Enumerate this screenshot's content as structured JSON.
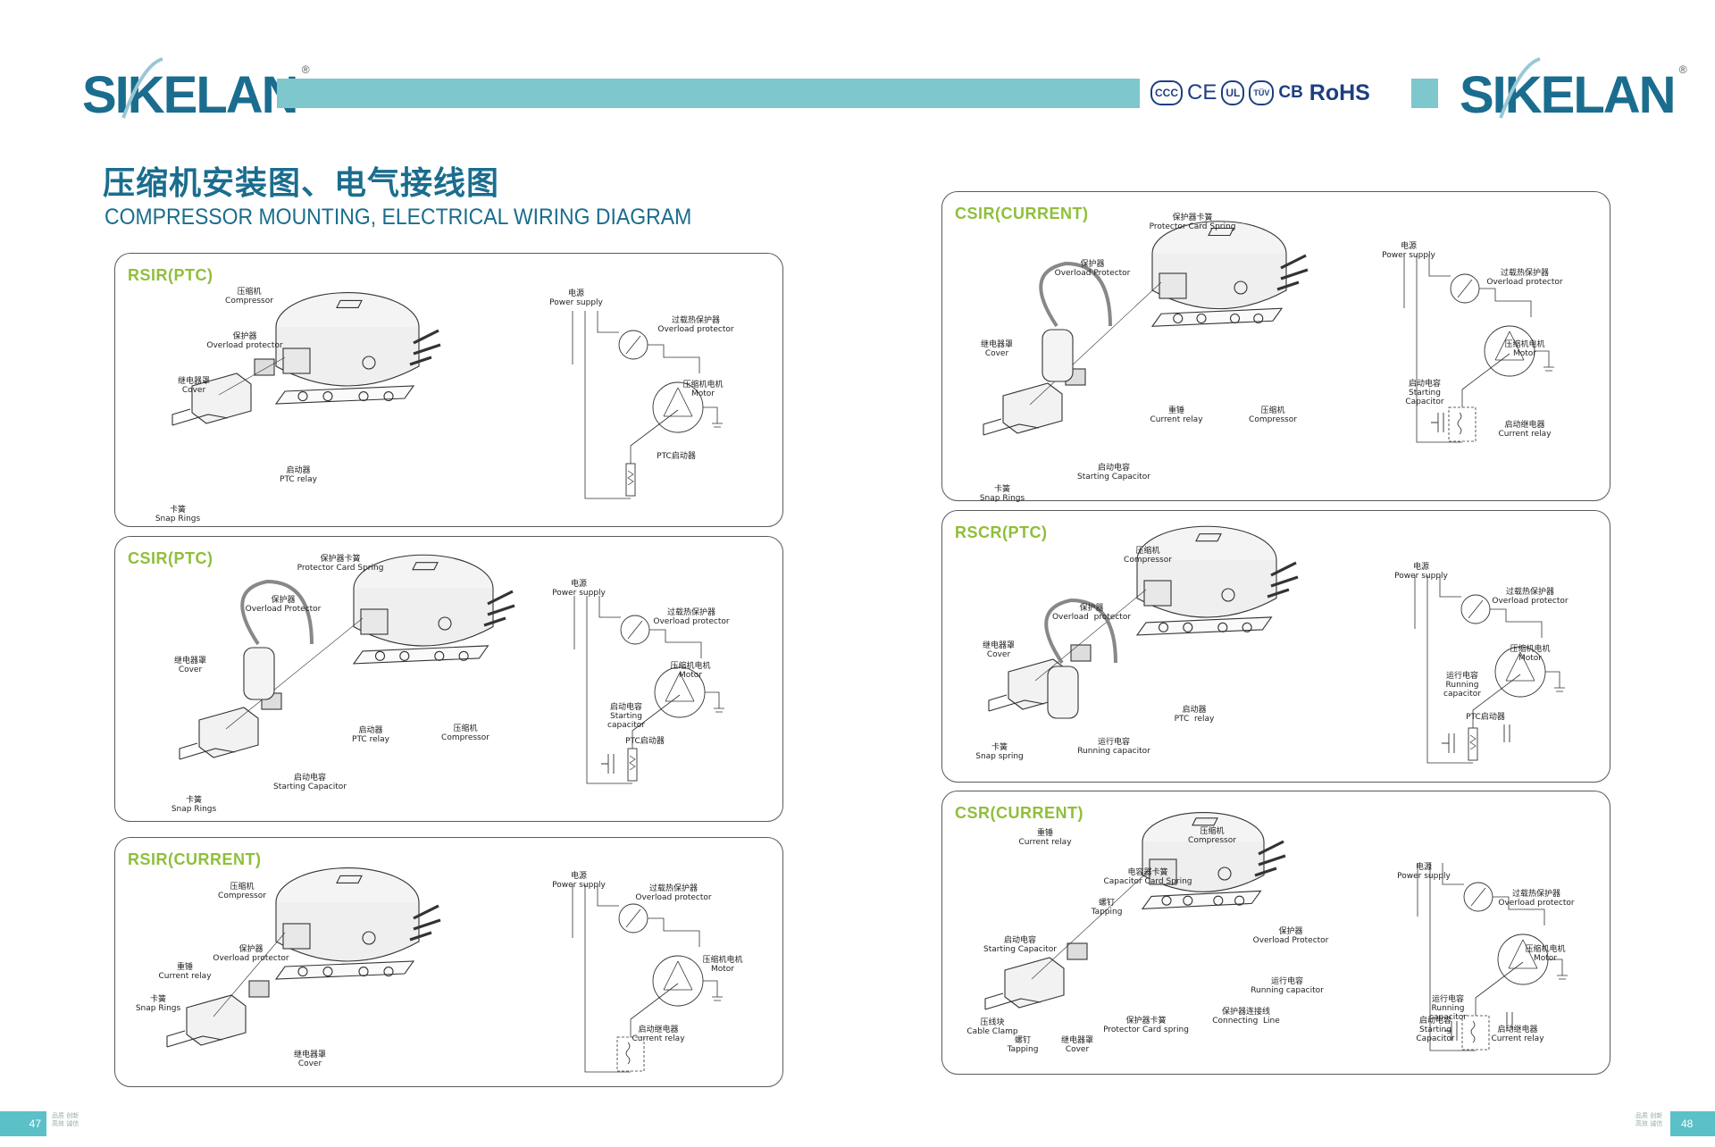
{
  "brand": {
    "left_logo": "SIKELAN",
    "right_logo": "SIKELAN",
    "registered": "®"
  },
  "certifications": {
    "ccc": "CCC",
    "ce": "CE",
    "ul": "UL",
    "tuv": "TÜV",
    "cb": "CB",
    "rohs": "RoHS"
  },
  "heading": {
    "cn": "压缩机安装图、电气接线图",
    "en": "COMPRESSOR MOUNTING, ELECTRICAL WIRING DIAGRAM"
  },
  "colors": {
    "brand": "#1a6d8e",
    "band": "#7ec7cc",
    "panel_title": "#8fbf3a",
    "page_tab": "#5bc0c8"
  },
  "footer": {
    "left_page": "47",
    "right_page": "48",
    "left_tag_1": "品质 创新",
    "left_tag_2": "高效 诚信",
    "right_tag_1": "品质 创新",
    "right_tag_2": "高效 诚信"
  },
  "panels": [
    {
      "id": "rsir-ptc",
      "title": "RSIR(PTC)",
      "labels": [
        "压缩机\nCompressor",
        "保护器\nOverload protector",
        "继电器罩\nCover",
        "启动器\nPTC relay",
        "卡簧\nSnap Rings",
        "电源\nPower supply",
        "过载热保护器\nOverload protector",
        "压缩机电机\nMotor",
        "PTC启动器"
      ]
    },
    {
      "id": "csir-ptc",
      "title": "CSIR(PTC)",
      "labels": [
        "保护器卡簧\nProtector Card Spring",
        "保护器\nOverload Protector",
        "继电器罩\nCover",
        "启动器\nPTC relay",
        "压缩机\nCompressor",
        "启动电容\nStarting Capacitor",
        "卡簧\nSnap Rings",
        "电源\nPower supply",
        "过载热保护器\nOverload protector",
        "压缩机电机\nMotor",
        "启动电容\nStarting\ncapacitor",
        "PTC启动器"
      ]
    },
    {
      "id": "rsir-current",
      "title": "RSIR(CURRENT)",
      "labels": [
        "压缩机\nCompressor",
        "保护器\nOverload protector",
        "重锤\nCurrent relay",
        "卡簧\nSnap Rings",
        "继电器罩\nCover",
        "电源\nPower supply",
        "过载热保护器\nOverload protector",
        "压缩机电机\nMotor",
        "启动继电器\nCurrent relay"
      ]
    },
    {
      "id": "csir-current",
      "title": "CSIR(CURRENT)",
      "labels": [
        "保护器卡簧\nProtector Card Spring",
        "保护器\nOverload Protector",
        "继电器罩\nCover",
        "重锤\nCurrent relay",
        "压缩机\nCompressor",
        "启动电容\nStarting Capacitor",
        "卡簧\nSnap Rings",
        "电源\nPower supply",
        "过载热保护器\nOverload protector",
        "压缩机电机\nMotor",
        "启动电容\nStarting\nCapacitor",
        "启动继电器\nCurrent relay"
      ]
    },
    {
      "id": "rscr-ptc",
      "title": "RSCR(PTC)",
      "labels": [
        "压缩机\nCompressor",
        "保护器\nOverload  protector",
        "继电器罩\nCover",
        "启动器\nPTC  relay",
        "卡簧\nSnap spring",
        "运行电容\nRunning capacitor",
        "电源\nPower supply",
        "过载热保护器\nOverload protector",
        "压缩机电机\nMotor",
        "运行电容\nRunning\ncapacitor",
        "PTC启动器"
      ]
    },
    {
      "id": "csr-current",
      "title": "CSR(CURRENT)",
      "labels": [
        "重锤\nCurrent relay",
        "压缩机\nCompressor",
        "电容器卡簧\nCapacitor Card Spring",
        "螺钉\nTapping",
        "启动电容\nStarting Capacitor",
        "保护器\nOverload Protector",
        "运行电容\nRunning capacitor",
        "保护器连接线\nConnecting  Line",
        "压线块\nCable Clamp",
        "保护器卡簧\nProtector Card spring",
        "螺钉\nTapping",
        "继电器罩\nCover",
        "电源\nPower supply",
        "过载热保护器\nOverload protector",
        "压缩机电机\nMotor",
        "运行电容\nRunning\ncapacitor",
        "启动电容\nStarting\nCapacitor",
        "启动继电器\nCurrent relay"
      ]
    }
  ]
}
